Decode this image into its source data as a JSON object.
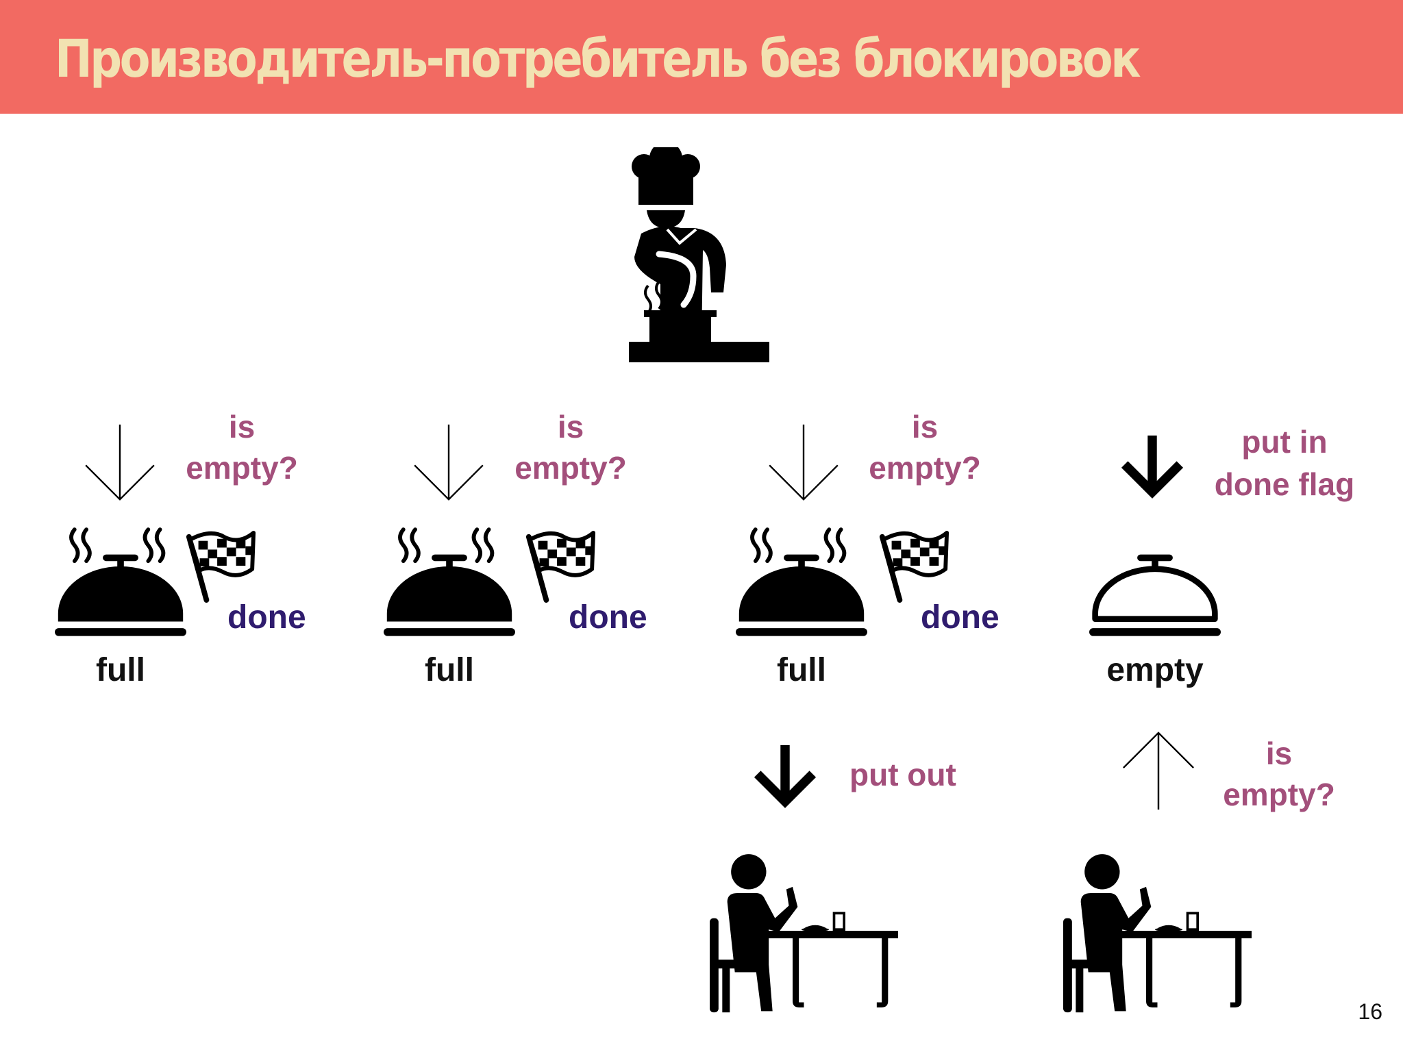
{
  "slide": {
    "title": "Производитель-потребитель без блокировок",
    "page_number": "16"
  },
  "columns": [
    {
      "question_1": "is",
      "question_2": "empty?",
      "state": "full",
      "flag": "done"
    },
    {
      "question_1": "is",
      "question_2": "empty?",
      "state": "full",
      "flag": "done"
    },
    {
      "question_1": "is",
      "question_2": "empty?",
      "state": "full",
      "flag": "done"
    },
    {
      "action_1": "put in",
      "action_2": "done flag",
      "state": "empty"
    }
  ],
  "consumers": [
    {
      "action": "put out"
    },
    {
      "question_1": "is",
      "question_2": "empty?"
    }
  ],
  "icons": {
    "producer": "chef-icon",
    "dish": "cloche-icon",
    "flag": "checkered-flag-icon",
    "consumer": "diner-icon"
  },
  "colors": {
    "header": "#f26a62",
    "title": "#f2e2b2",
    "question": "#a34f7b",
    "done": "#2f1c6e"
  }
}
